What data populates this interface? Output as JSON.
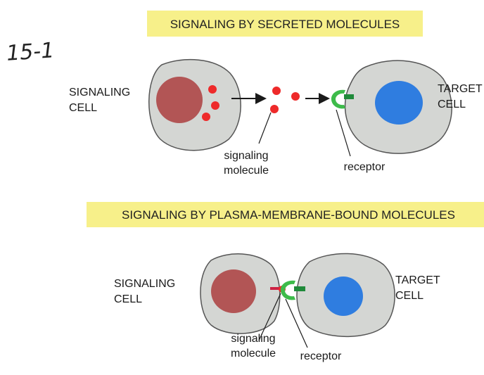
{
  "page_number": "15-1",
  "colors": {
    "banner": "#f7f08a",
    "cell_fill": "#d4d6d3",
    "cell_stroke": "#555555",
    "nucleus_signaling": "#b25555",
    "nucleus_target": "#2f7de0",
    "signal_molecule": "#ee2a2a",
    "receptor": "#3dbb4a",
    "membrane_signal": "#cc2244",
    "ink": "#1a1a1a"
  },
  "panel_top": {
    "title": "SIGNALING BY SECRETED MOLECULES",
    "signaling_cell_label": [
      "SIGNALING",
      "CELL"
    ],
    "target_cell_label": [
      "TARGET",
      "CELL"
    ],
    "molecule_label": [
      "signaling",
      "molecule"
    ],
    "receptor_label": "receptor"
  },
  "panel_bottom": {
    "title": "SIGNALING BY PLASMA-MEMBRANE-BOUND MOLECULES",
    "signaling_cell_label": [
      "SIGNALING",
      "CELL"
    ],
    "target_cell_label": [
      "TARGET",
      "CELL"
    ],
    "molecule_label": [
      "signaling",
      "molecule"
    ],
    "receptor_label": "receptor"
  }
}
